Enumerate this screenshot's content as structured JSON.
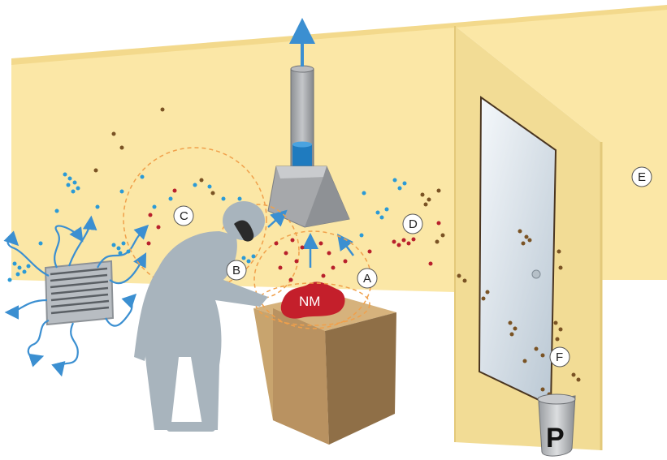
{
  "labels": {
    "zone_a": "A",
    "zone_b": "B",
    "zone_c": "C",
    "zone_d": "D",
    "zone_e": "E",
    "zone_f": "F",
    "source": "NM",
    "container": "P"
  },
  "colors": {
    "wall": "#fbe7a6",
    "wall_side": "#f2dc95",
    "wall_edge": "#e3c97a",
    "bench_top": "#d6b27c",
    "bench_front": "#b99261",
    "bench_side": "#8f6f47",
    "person": "#a8b4bd",
    "hood": "#a6a8ab",
    "duct": "#9b9ea2",
    "airflow": "#3b8fd1",
    "particle_blue": "#2b9ad6",
    "particle_red": "#b8202c",
    "particle_brown": "#7a5324",
    "nm_source": "#c41f2b",
    "zone_outline": "#f0a04b",
    "door": "#e8eef3"
  },
  "icons": [
    "airflow-arrow-icon",
    "exhaust-arrow-icon"
  ]
}
